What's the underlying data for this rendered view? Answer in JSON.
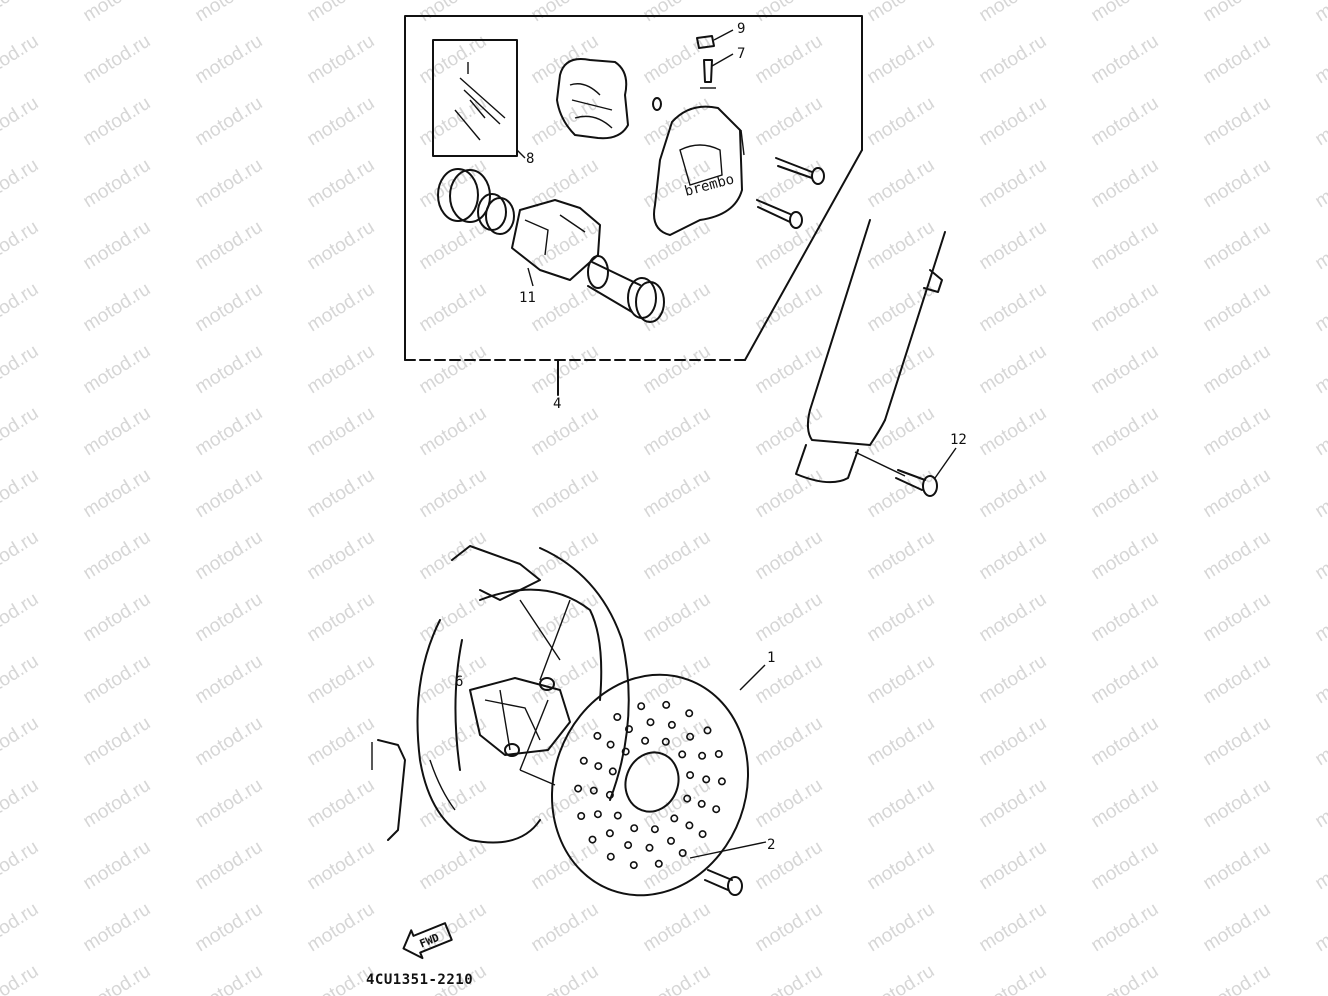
{
  "watermark": {
    "text": "motod.ru",
    "color": "#d6d6d6"
  },
  "diagram_code": "4CU1351-2210",
  "direction_badge": "FWD",
  "callouts": [
    {
      "id": "1",
      "label": "1"
    },
    {
      "id": "2",
      "label": "2"
    },
    {
      "id": "4",
      "label": "4"
    },
    {
      "id": "6",
      "label": "6"
    },
    {
      "id": "7",
      "label": "7"
    },
    {
      "id": "8",
      "label": "8"
    },
    {
      "id": "9",
      "label": "9"
    },
    {
      "id": "11",
      "label": "11"
    },
    {
      "id": "12",
      "label": "12"
    }
  ],
  "caliper_stamp": "brembo",
  "line_color": "#111111"
}
